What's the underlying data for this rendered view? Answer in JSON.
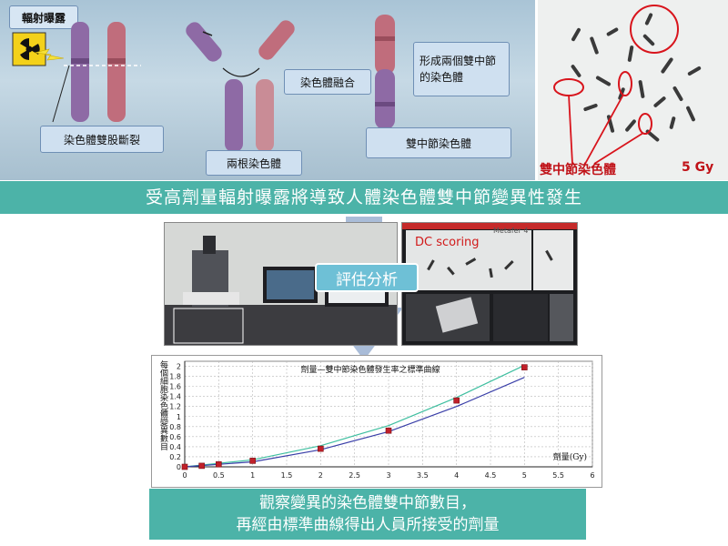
{
  "top": {
    "title": "輻射曝露",
    "label_break": "染色體雙股斷裂",
    "label_two": "兩根染色體",
    "label_fusion": "染色體融合",
    "label_form": "形成兩個雙中節的染色體",
    "label_dicentric": "雙中節染色體"
  },
  "micro": {
    "caption": "雙中節染色體",
    "dose": "5 Gy"
  },
  "banner1": "受高劑量輻射曝露將導致人體染色體雙中節變異性發生",
  "assess_label": "評估分析",
  "software": {
    "dc_label": "DC scoring",
    "app_name": "Metafer 4"
  },
  "banner2": {
    "line1": "觀察變異的染色體雙中節數目，",
    "line2": "再經由標準曲線得出人員所接受的劑量"
  },
  "colors": {
    "teal": "#4cb3a8",
    "marker": "#c0202a",
    "line_blue": "#3a3fa8",
    "line_teal": "#3fbfa0"
  },
  "chart_data": {
    "type": "line",
    "title": "劑量—雙中節染色體發生率之標準曲線",
    "xlabel": "劑量(Gy)",
    "ylabel": "每個細胞染色體變異數目",
    "xlim": [
      0,
      6
    ],
    "ylim": [
      0,
      2.1
    ],
    "x_ticks": [
      "0",
      "0.5",
      "1",
      "1.5",
      "2",
      "2.5",
      "3",
      "3.5",
      "4",
      "4.5",
      "5",
      "5.5",
      "6"
    ],
    "y_ticks": [
      "0",
      "0.2",
      "0.4",
      "0.6",
      "0.8",
      "1",
      "1.2",
      "1.4",
      "1.6",
      "1.8",
      "2"
    ],
    "grid": true,
    "points": [
      {
        "x": 0,
        "y": 0.0
      },
      {
        "x": 0.25,
        "y": 0.02
      },
      {
        "x": 0.5,
        "y": 0.05
      },
      {
        "x": 1,
        "y": 0.12
      },
      {
        "x": 2,
        "y": 0.36
      },
      {
        "x": 3,
        "y": 0.72
      },
      {
        "x": 4,
        "y": 1.32
      },
      {
        "x": 5,
        "y": 1.98
      }
    ],
    "series": [
      {
        "style": "fit-upper",
        "x": [
          0,
          1,
          2,
          3,
          4,
          5
        ],
        "y": [
          0,
          0.14,
          0.42,
          0.82,
          1.38,
          2.02
        ]
      },
      {
        "style": "fit-lower",
        "x": [
          0,
          1,
          2,
          3,
          4,
          5
        ],
        "y": [
          0,
          0.1,
          0.34,
          0.7,
          1.2,
          1.78
        ]
      }
    ]
  }
}
